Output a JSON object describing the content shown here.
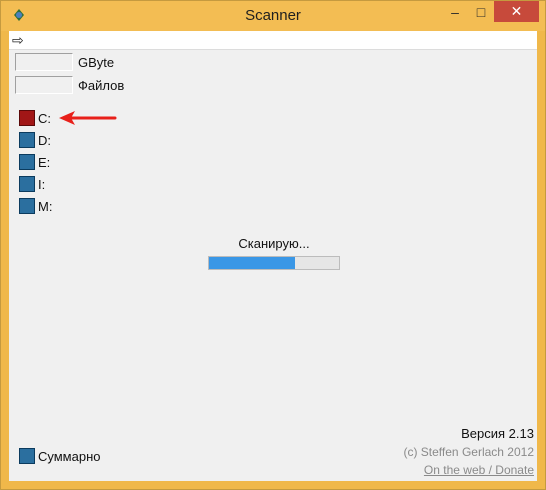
{
  "window": {
    "title": "Scanner"
  },
  "titlebar_buttons": {
    "minimize": "–",
    "maximize": "□",
    "close": "✕"
  },
  "menu": {
    "arrow": "⇨"
  },
  "stats": [
    {
      "value": "",
      "label": "GByte"
    },
    {
      "value": "",
      "label": "Файлов"
    }
  ],
  "drives": [
    {
      "label": "C:",
      "icon": "drive-scanning-red-icon",
      "color": "#a11616"
    },
    {
      "label": "D:",
      "icon": "drive-icon",
      "color": "#2b6f9f"
    },
    {
      "label": "E:",
      "icon": "drive-icon",
      "color": "#2b6f9f"
    },
    {
      "label": "I:",
      "icon": "drive-icon",
      "color": "#2b6f9f"
    },
    {
      "label": "M:",
      "icon": "drive-icon",
      "color": "#2b6f9f"
    }
  ],
  "scan": {
    "status": "Сканирую...",
    "progress_percent": 66
  },
  "summary": {
    "label": "Суммарно"
  },
  "footer": {
    "version": "Версия 2.13",
    "copyright": "(c) Steffen Gerlach 2012",
    "link": "On the web / Donate"
  },
  "colors": {
    "accent_progress": "#3a97e6",
    "annotation_arrow": "#e8201a",
    "titlebar": "#f3bd53"
  }
}
